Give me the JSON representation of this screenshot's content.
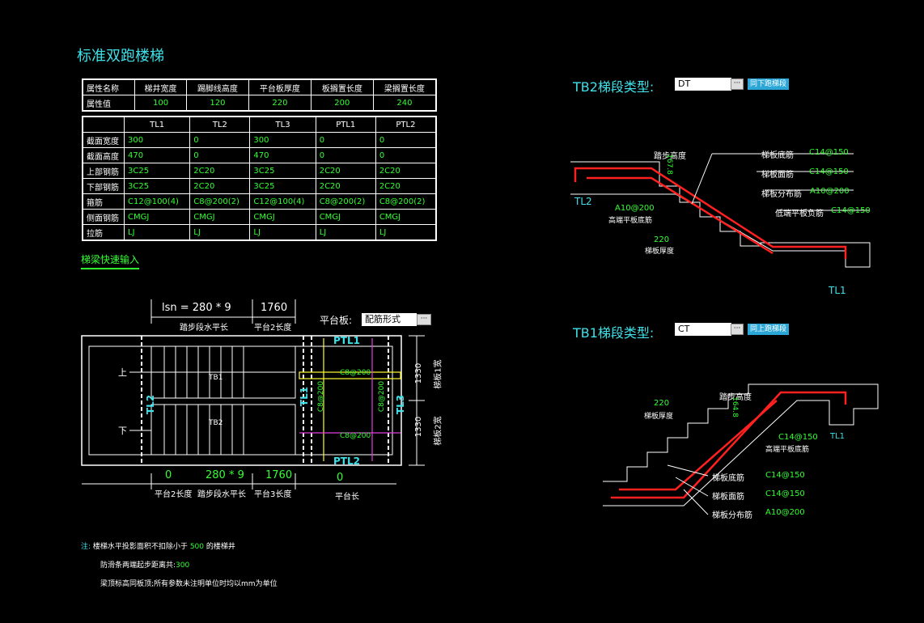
{
  "title": "标准双跑楼梯",
  "attr_table": {
    "row_names": [
      "属性名称",
      "属性值"
    ],
    "headers": [
      "梯井宽度",
      "踢脚线高度",
      "平台板厚度",
      "板搁置长度",
      "梁搁置长度"
    ],
    "values": [
      "100",
      "120",
      "220",
      "200",
      "240"
    ]
  },
  "beam_table": {
    "columns": [
      "TL1",
      "TL2",
      "TL3",
      "PTL1",
      "PTL2"
    ],
    "rows": [
      {
        "name": "截面宽度",
        "values": [
          "300",
          "0",
          "300",
          "0",
          "0"
        ]
      },
      {
        "name": "截面高度",
        "values": [
          "470",
          "0",
          "470",
          "0",
          "0"
        ]
      },
      {
        "name": "上部钢筋",
        "values": [
          "3C25",
          "2C20",
          "3C25",
          "2C20",
          "2C20"
        ]
      },
      {
        "name": "下部钢筋",
        "values": [
          "3C25",
          "2C20",
          "3C25",
          "2C20",
          "2C20"
        ]
      },
      {
        "name": "箍筋",
        "values": [
          "C12@100(4)",
          "C8@200(2)",
          "C12@100(4)",
          "C8@200(2)",
          "C8@200(2)"
        ]
      },
      {
        "name": "侧面钢筋",
        "values": [
          "CMGJ",
          "CMGJ",
          "CMGJ",
          "CMGJ",
          "CMGJ"
        ]
      },
      {
        "name": "拉筋",
        "values": [
          "LJ",
          "LJ",
          "LJ",
          "LJ",
          "LJ"
        ]
      }
    ]
  },
  "quick_input": "梯梁快速输入",
  "plan": {
    "top_formula": "lsn = 280 * 9",
    "top_value": "1760",
    "top_label1": "踏步段水平长",
    "top_label2": "平台2长度",
    "platform_label": "平台板:",
    "platform_value": "配筋形式",
    "up": "上",
    "down": "下",
    "tb1": "TB1",
    "tb2": "TB2",
    "tl1": "TL1",
    "tl2": "TL2",
    "tl3": "TL3",
    "ptl1": "PTL1",
    "ptl2": "PTL2",
    "c8_top": "C8@200",
    "c8_bottom": "C8@200",
    "c8_left": "C8@200",
    "c8_right": "C8@200",
    "dim_right1": "1330",
    "dim_right2": "1330",
    "lbl_right1": "梯板1宽",
    "lbl_right2": "梯板2宽",
    "bottom_0a": "0",
    "bottom_formula": "280 * 9",
    "bottom_1760": "1760",
    "bottom_0b": "0",
    "bottom_label1": "平台2长度",
    "bottom_label2": "踏步段水平长",
    "bottom_label3": "平台3长度",
    "bottom_label4": "平台长"
  },
  "tb2": {
    "label": "TB2梯段类型:",
    "type": "DT",
    "button": "同下跑梯段",
    "step_height_label": "踏步高度",
    "step_height_value": "167.8",
    "bottom_rebar_label": "梯板底筋",
    "bottom_rebar_value": "C14@150",
    "top_rebar_label": "梯板面筋",
    "top_rebar_value": "C14@150",
    "dist_rebar_label": "梯板分布筋",
    "dist_rebar_value": "A10@200",
    "low_platform_label": "低端平板负筋",
    "low_platform_value": "C14@150",
    "high_bottom_value": "A10@200",
    "high_bottom_label": "高端平板底筋",
    "thickness_value": "220",
    "thickness_label": "梯板厚度",
    "tl2": "TL2",
    "tl1": "TL1"
  },
  "tb1": {
    "label": "TB1梯段类型:",
    "type": "CT",
    "button": "同上跑梯段",
    "thickness_value": "220",
    "thickness_label": "梯板厚度",
    "step_height_label": "踏步高度",
    "step_height_value": "164.8",
    "high_bottom_value": "C14@150",
    "high_bottom_label": "高端平板底筋",
    "tl1": "TL1",
    "bottom_rebar_label": "梯板底筋",
    "bottom_rebar_value": "C14@150",
    "top_rebar_label": "梯板面筋",
    "top_rebar_value": "C14@150",
    "dist_rebar_label": "梯板分布筋",
    "dist_rebar_value": "A10@200"
  },
  "notes": {
    "prefix": "注:",
    "line1a": "楼梯水平投影面积不扣除小于",
    "line1b": "500",
    "line1c": "的楼梯井",
    "line2a": "防滑条两端起步距离共:",
    "line2b": "300",
    "line3": "梁顶标高同板顶;所有参数未注明单位时均以mm为单位"
  },
  "colors": {
    "cyan": "#3fe0e8",
    "green": "#33ff33",
    "yellow": "#ffff33",
    "magenta": "#e040e0",
    "red": "#ff2020",
    "button": "#2aa7d6"
  }
}
